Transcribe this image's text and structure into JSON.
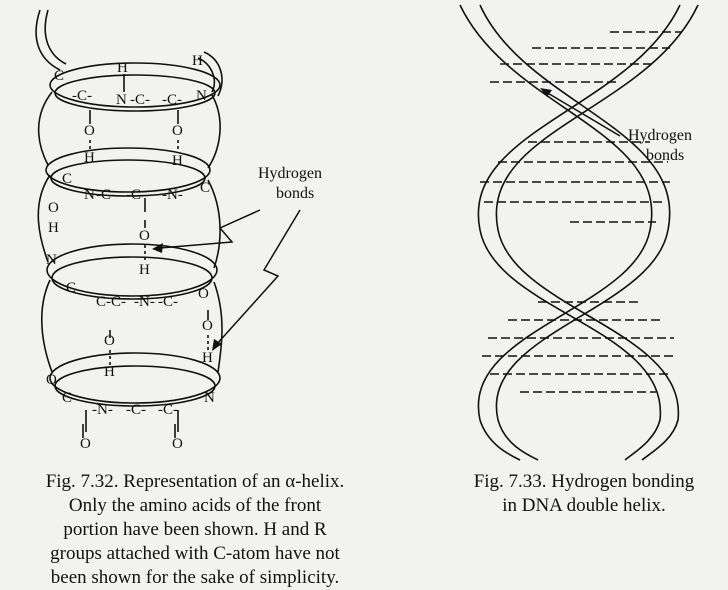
{
  "alpha_helix": {
    "label_line1": "Hydrogen",
    "label_line2": "bonds",
    "atoms": {
      "C": "C",
      "N": "N",
      "O": "O",
      "H": "H",
      "dash_C": "-C-",
      "dash_N": "-N-"
    }
  },
  "dna": {
    "label_line1": "Hydrogen",
    "label_line2": "bonds"
  },
  "captions": {
    "fig_732": [
      "Fig. 7.32. Representation of an α-helix.",
      "Only the amino acids of the front",
      "portion have been shown. H and R",
      "groups attached with C-atom have not",
      "been shown for the sake of simplicity."
    ],
    "fig_733": [
      "Fig. 7.33. Hydrogen bonding",
      "in DNA double helix."
    ]
  }
}
